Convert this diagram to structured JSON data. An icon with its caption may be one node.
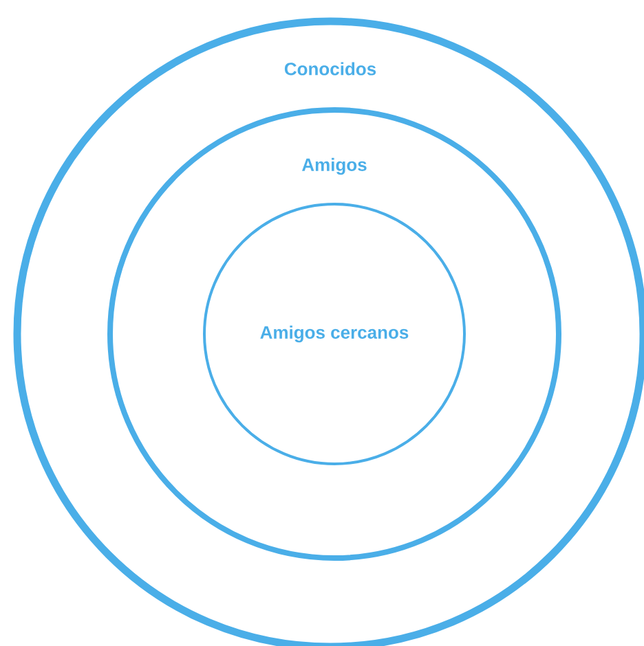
{
  "diagram": {
    "nodes": [
      {
        "text": [
          "Conocidos"
        ]
      },
      {
        "text": [
          "Amigos"
        ],
        "in": 0
      },
      {
        "text": [
          "Amigos cercanos"
        ],
        "in": 1
      }
    ]
  }
}
